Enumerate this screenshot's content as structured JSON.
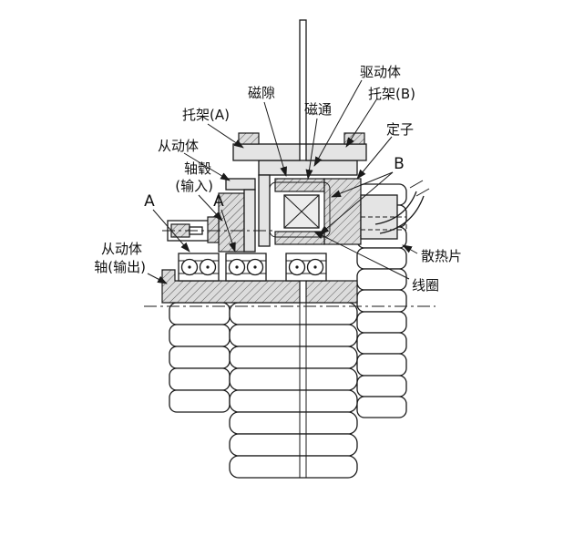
{
  "diagram": {
    "labels": {
      "drive_body": "驱动体",
      "bracket_b": "托架(B)",
      "magnetic_gap": "磁隙",
      "magnetic_flux": "磁通",
      "bracket_a": "托架(A)",
      "stator": "定子",
      "driven_body": "从动体",
      "hub_line1": "轴毂",
      "hub_line2": "(输入)",
      "section_a_left": "A",
      "section_a_right": "A",
      "section_b": "B",
      "output_line1": "从动体",
      "output_line2": "轴(输出)",
      "heat_fins": "散热片",
      "coil": "线圈"
    },
    "colors": {
      "line": "#1a1a1a",
      "part_gray": "#e4e4e4",
      "hatch_gray": "#dcdcdc",
      "background": "#ffffff"
    }
  }
}
